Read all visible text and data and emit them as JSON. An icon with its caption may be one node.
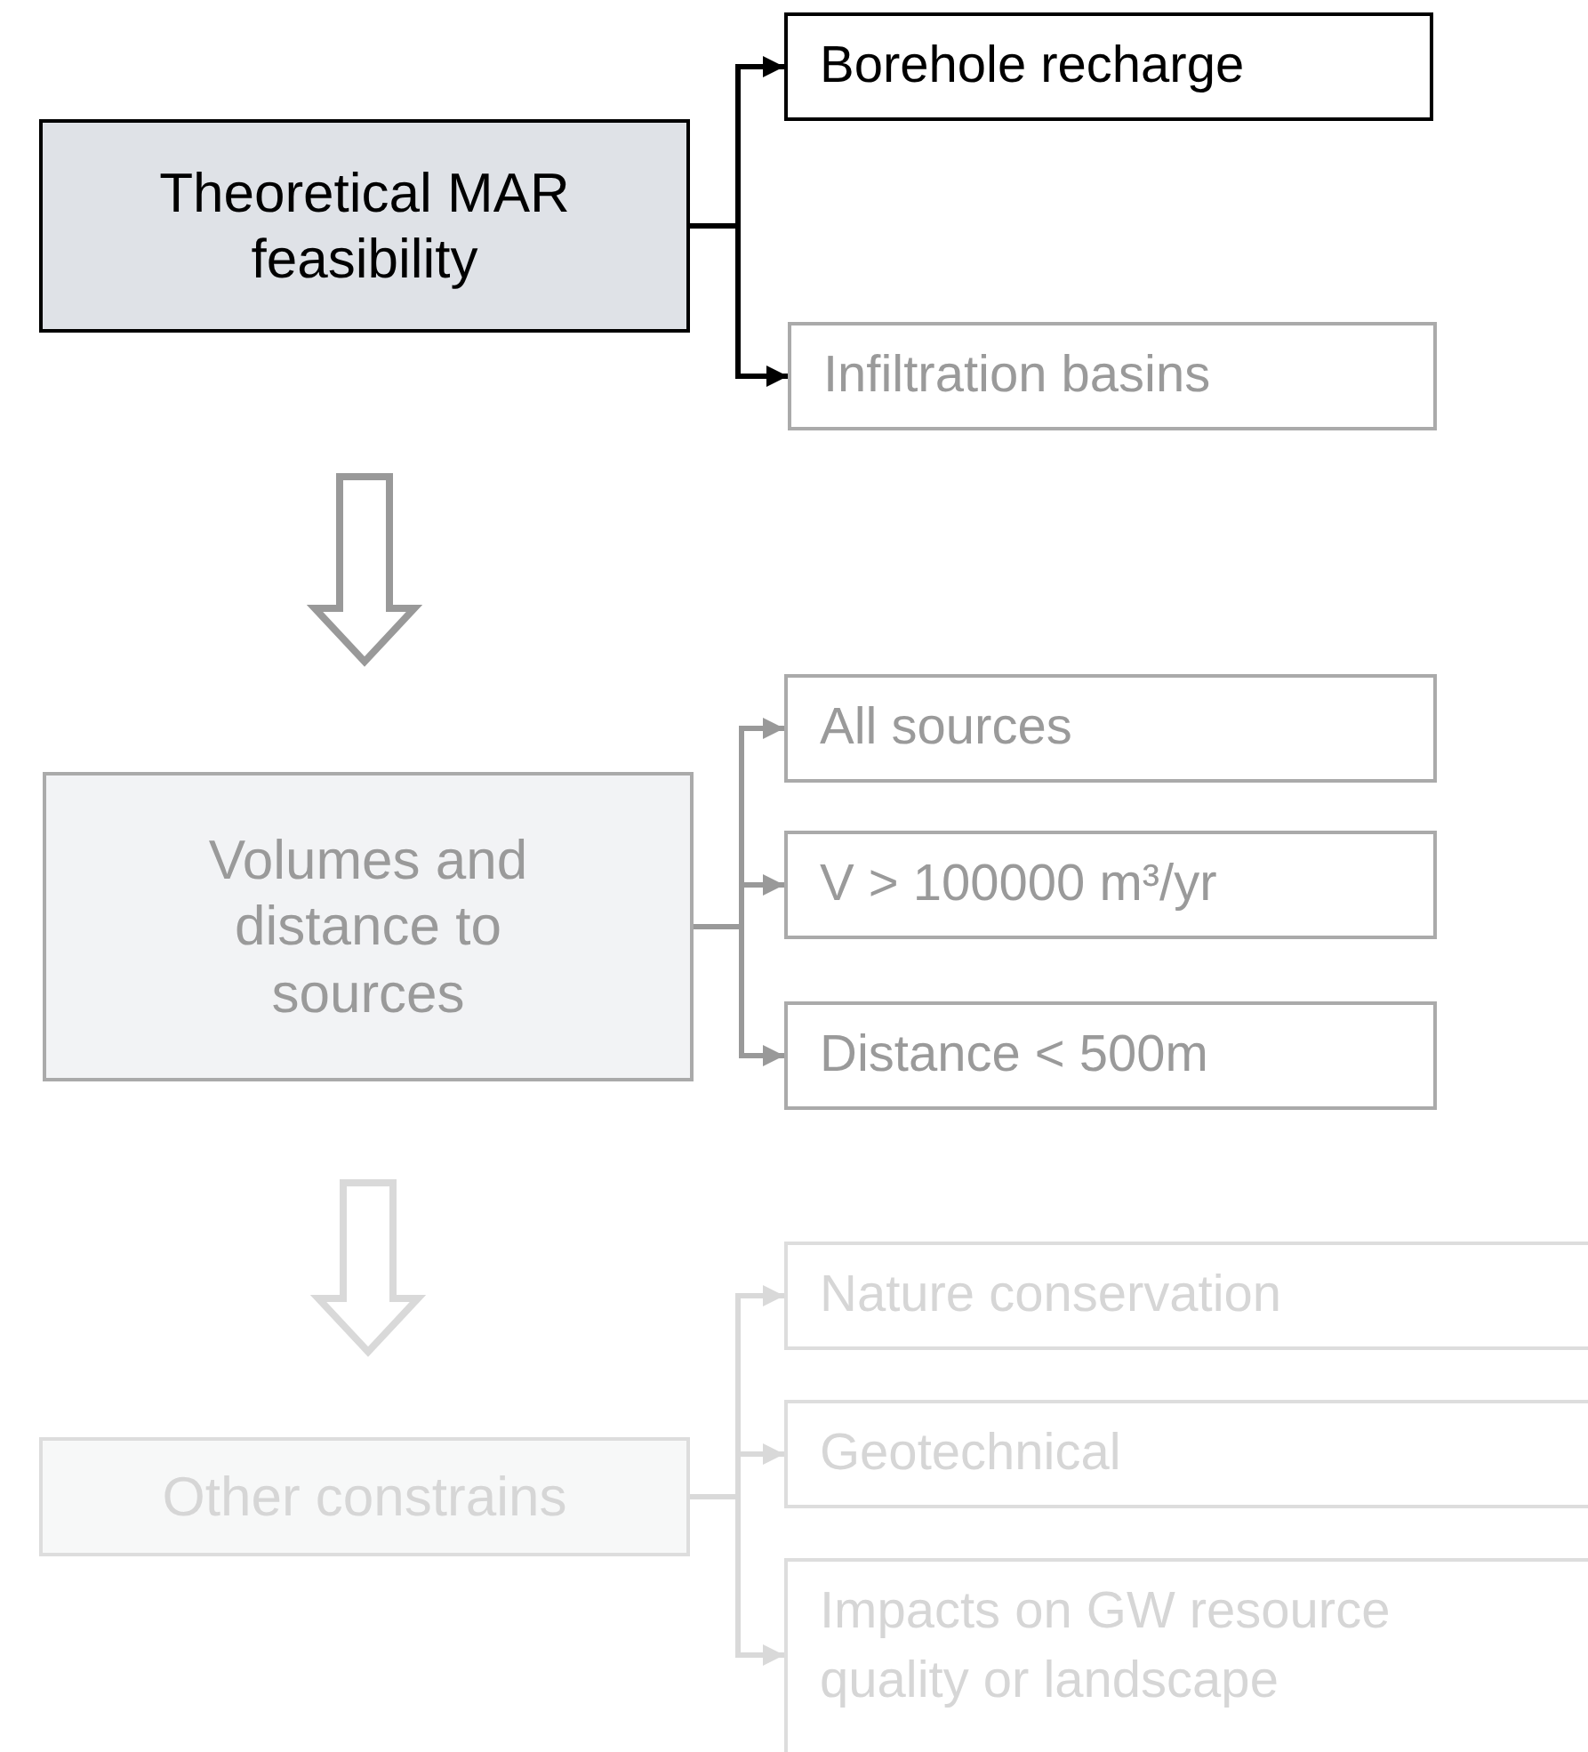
{
  "diagram": {
    "nodes": [
      {
        "text": [
          "Theoretical MAR feasibility"
        ]
      },
      {
        "text": [
          "Borehole recharge"
        ]
      },
      {
        "text": [
          "Infiltration basins"
        ]
      },
      {
        "text": [
          "Volumes and distance to sources"
        ]
      },
      {
        "text": [
          "All sources"
        ]
      },
      {
        "text": [
          "V > 100000 m³/yr"
        ]
      },
      {
        "text": [
          "Distance < 500m"
        ]
      },
      {
        "text": [
          "Other constrains"
        ]
      },
      {
        "text": [
          "Nature conservation"
        ]
      },
      {
        "text": [
          "Geotechnical"
        ]
      },
      {
        "text": [
          "Impacts on GW resource quality or landscape"
        ]
      }
    ],
    "edges": [
      {
        "from": 0,
        "to": 1,
        "arrow": "to",
        "color": "#000000"
      },
      {
        "from": 0,
        "to": 2,
        "arrow": "to",
        "color": "#000000"
      },
      {
        "from": 0,
        "to": 3,
        "arrow": "to",
        "style": "thick",
        "color": "#999999"
      },
      {
        "from": 3,
        "to": 4,
        "arrow": "to",
        "color": "#999999"
      },
      {
        "from": 3,
        "to": 5,
        "arrow": "to",
        "color": "#999999"
      },
      {
        "from": 3,
        "to": 6,
        "arrow": "to",
        "color": "#999999"
      },
      {
        "from": 3,
        "to": 7,
        "arrow": "to",
        "style": "thick",
        "color": "#d9d9d9"
      },
      {
        "from": 7,
        "to": 8,
        "arrow": "to",
        "color": "#d9d9d9"
      },
      {
        "from": 7,
        "to": 9,
        "arrow": "to",
        "color": "#d9d9d9"
      },
      {
        "from": 7,
        "to": 10,
        "arrow": "to",
        "color": "#d9d9d9"
      }
    ]
  }
}
